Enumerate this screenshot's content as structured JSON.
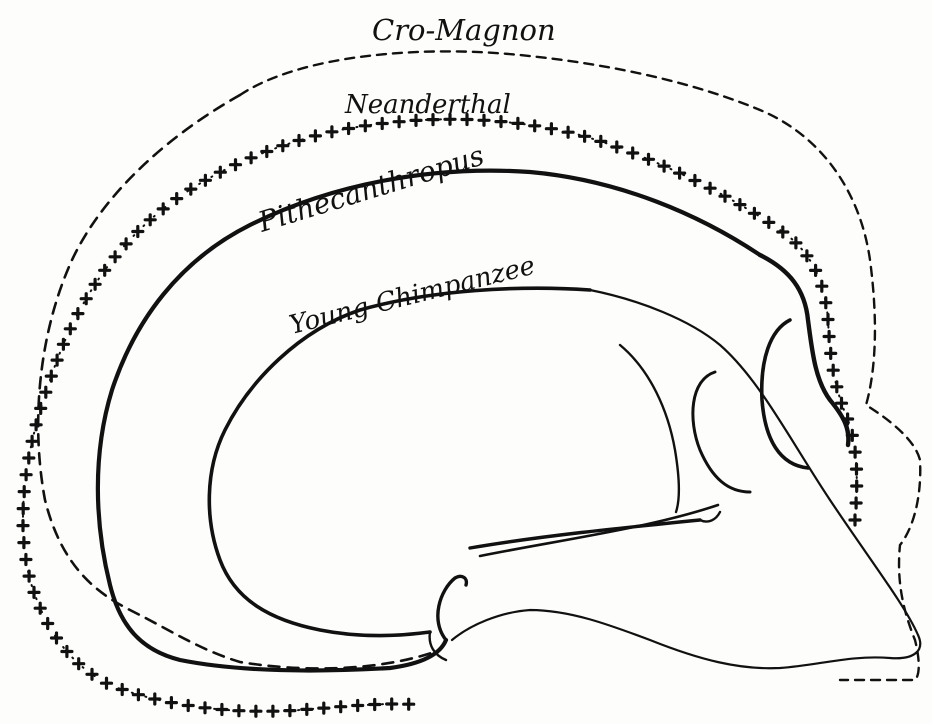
{
  "figure": {
    "outlines": [
      {
        "key": "cro_magnon",
        "label": "Cro-Magnon",
        "line_style": "dashed"
      },
      {
        "key": "neanderthal",
        "label": "Neanderthal",
        "line_style": "crosses"
      },
      {
        "key": "pithecanthropus",
        "label": "Pithecanthropus",
        "line_style": "thick-solid"
      },
      {
        "key": "young_chimpanzee",
        "label": "Young Chimpanzee",
        "line_style": "thin-solid"
      }
    ],
    "colors": {
      "ink": "#111111",
      "paper": "#fdfdfb"
    }
  }
}
